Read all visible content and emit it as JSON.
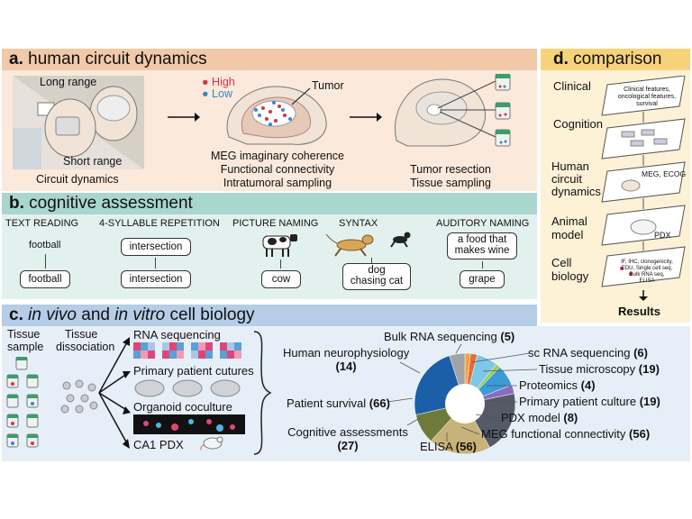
{
  "panel_a": {
    "header_letter": "a.",
    "header_text": "human circuit dynamics",
    "long_range": "Long range",
    "short_range": "Short range",
    "circuit_dynamics": "Circuit dynamics",
    "legend_high": "High",
    "legend_low": "Low",
    "tumor": "Tumor",
    "meg_line1": "MEG imaginary coherence",
    "meg_line2": "Functional connectivity",
    "meg_line3": "Intratumoral sampling",
    "resection_line1": "Tumor resection",
    "resection_line2": "Tissue sampling"
  },
  "panel_b": {
    "header_letter": "b.",
    "header_text": "cognitive assessment",
    "tasks": [
      {
        "title": "TEXT READING",
        "prompt": "football",
        "response": "football"
      },
      {
        "title": "4-SYLLABLE REPETITION",
        "prompt": "intersection",
        "response": "intersection"
      },
      {
        "title": "PICTURE NAMING",
        "prompt": "",
        "response": "cow"
      },
      {
        "title": "SYNTAX",
        "prompt": "",
        "response_line1": "dog",
        "response_line2": "chasing cat"
      },
      {
        "title": "AUDITORY NAMING",
        "prompt_line1": "a food that",
        "prompt_line2": "makes wine",
        "response": "grape"
      }
    ]
  },
  "panel_c": {
    "header_letter": "c.",
    "header_italic": "in vivo",
    "header_and": "and",
    "header_italic2": "in vitro",
    "header_rest": "cell biology",
    "tissue_sample_1": "Tissue",
    "tissue_sample_2": "sample",
    "tissue_dissociation_1": "Tissue",
    "tissue_dissociation_2": "dissociation",
    "branches": [
      "RNA sequencing",
      "Primary patient cutures",
      "Organoid coculture",
      "CA1 PDX"
    ]
  },
  "panel_d": {
    "header_letter": "d.",
    "header_text": "comparison",
    "levels": [
      {
        "label": "Clinical",
        "card_line1": "Clinical features,",
        "card_line2": "oncological features,",
        "card_line3": "survival"
      },
      {
        "label": "Cognition"
      },
      {
        "label_line1": "Human",
        "label_line2": "circuit",
        "label_line3": "dynamics",
        "card": "MEG, ECOG"
      },
      {
        "label_line1": "Animal",
        "label_line2": "model",
        "card": "PDX"
      },
      {
        "label_line1": "Cell",
        "label_line2": "biology",
        "card_line1": "IF, IHC, clonogenicity,",
        "card_line2": "EDU, Single cell seq,",
        "card_line3": "Bulk RNA seq,",
        "card_line4": "ELISA"
      }
    ],
    "results": "Results"
  },
  "colors": {
    "panel_a_header": "#f2c9a8",
    "panel_a_body": "#fbe9dc",
    "panel_b_header": "#a9d6cf",
    "panel_b_body": "#e3f1ee",
    "panel_c_header": "#b5cde6",
    "panel_c_body": "#e6eff8",
    "panel_d_header": "#f8d27a",
    "panel_d_body": "#fdf1d6",
    "high": "#d6334a",
    "low": "#3a86c8"
  },
  "chart_data": {
    "type": "pie",
    "title": "",
    "slices": [
      {
        "label": "Bulk RNA sequencing",
        "value": 5,
        "color": "#f2a23a"
      },
      {
        "label": "sc RNA sequencing",
        "value": 6,
        "color": "#e66a3a"
      },
      {
        "label": "Tissue microscopy",
        "value": 19,
        "color": "#7bc8ea"
      },
      {
        "label": "Proteomics",
        "value": 4,
        "color": "#9fcd4a"
      },
      {
        "label": "Primary patient culture",
        "value": 19,
        "color": "#3a9bd6"
      },
      {
        "label": "PDX model",
        "value": 8,
        "color": "#8a6cc0"
      },
      {
        "label": "MEG functional connectivity",
        "value": 56,
        "color": "#555a66"
      },
      {
        "label": "ELISA",
        "value": 56,
        "color": "#c7b37a"
      },
      {
        "label": "Cognitive assessments",
        "value": 27,
        "color": "#6e7a3a"
      },
      {
        "label": "Patient survival",
        "value": 66,
        "color": "#1a5fa8"
      },
      {
        "label": "Human neurophysiology",
        "value": 14,
        "color": "#a0a4aa"
      }
    ],
    "labels": [
      {
        "name": "Bulk RNA sequencing",
        "count": "(5)"
      },
      {
        "name": "sc RNA sequencing",
        "count": "(6)"
      },
      {
        "name": "Tissue microscopy",
        "count": "(19)"
      },
      {
        "name": "Proteomics",
        "count": "(4)"
      },
      {
        "name": "Primary patient culture",
        "count": "(19)"
      },
      {
        "name": "PDX model",
        "count": "(8)"
      },
      {
        "name": "MEG functional connectivity",
        "count": "(56)"
      },
      {
        "name": "ELISA",
        "count": "(56)"
      },
      {
        "name": "Cognitive assessments",
        "count": "(27)"
      },
      {
        "name": "Patient survival",
        "count": "(66)"
      },
      {
        "name": "Human neurophysiology",
        "count": "(14)"
      }
    ]
  }
}
